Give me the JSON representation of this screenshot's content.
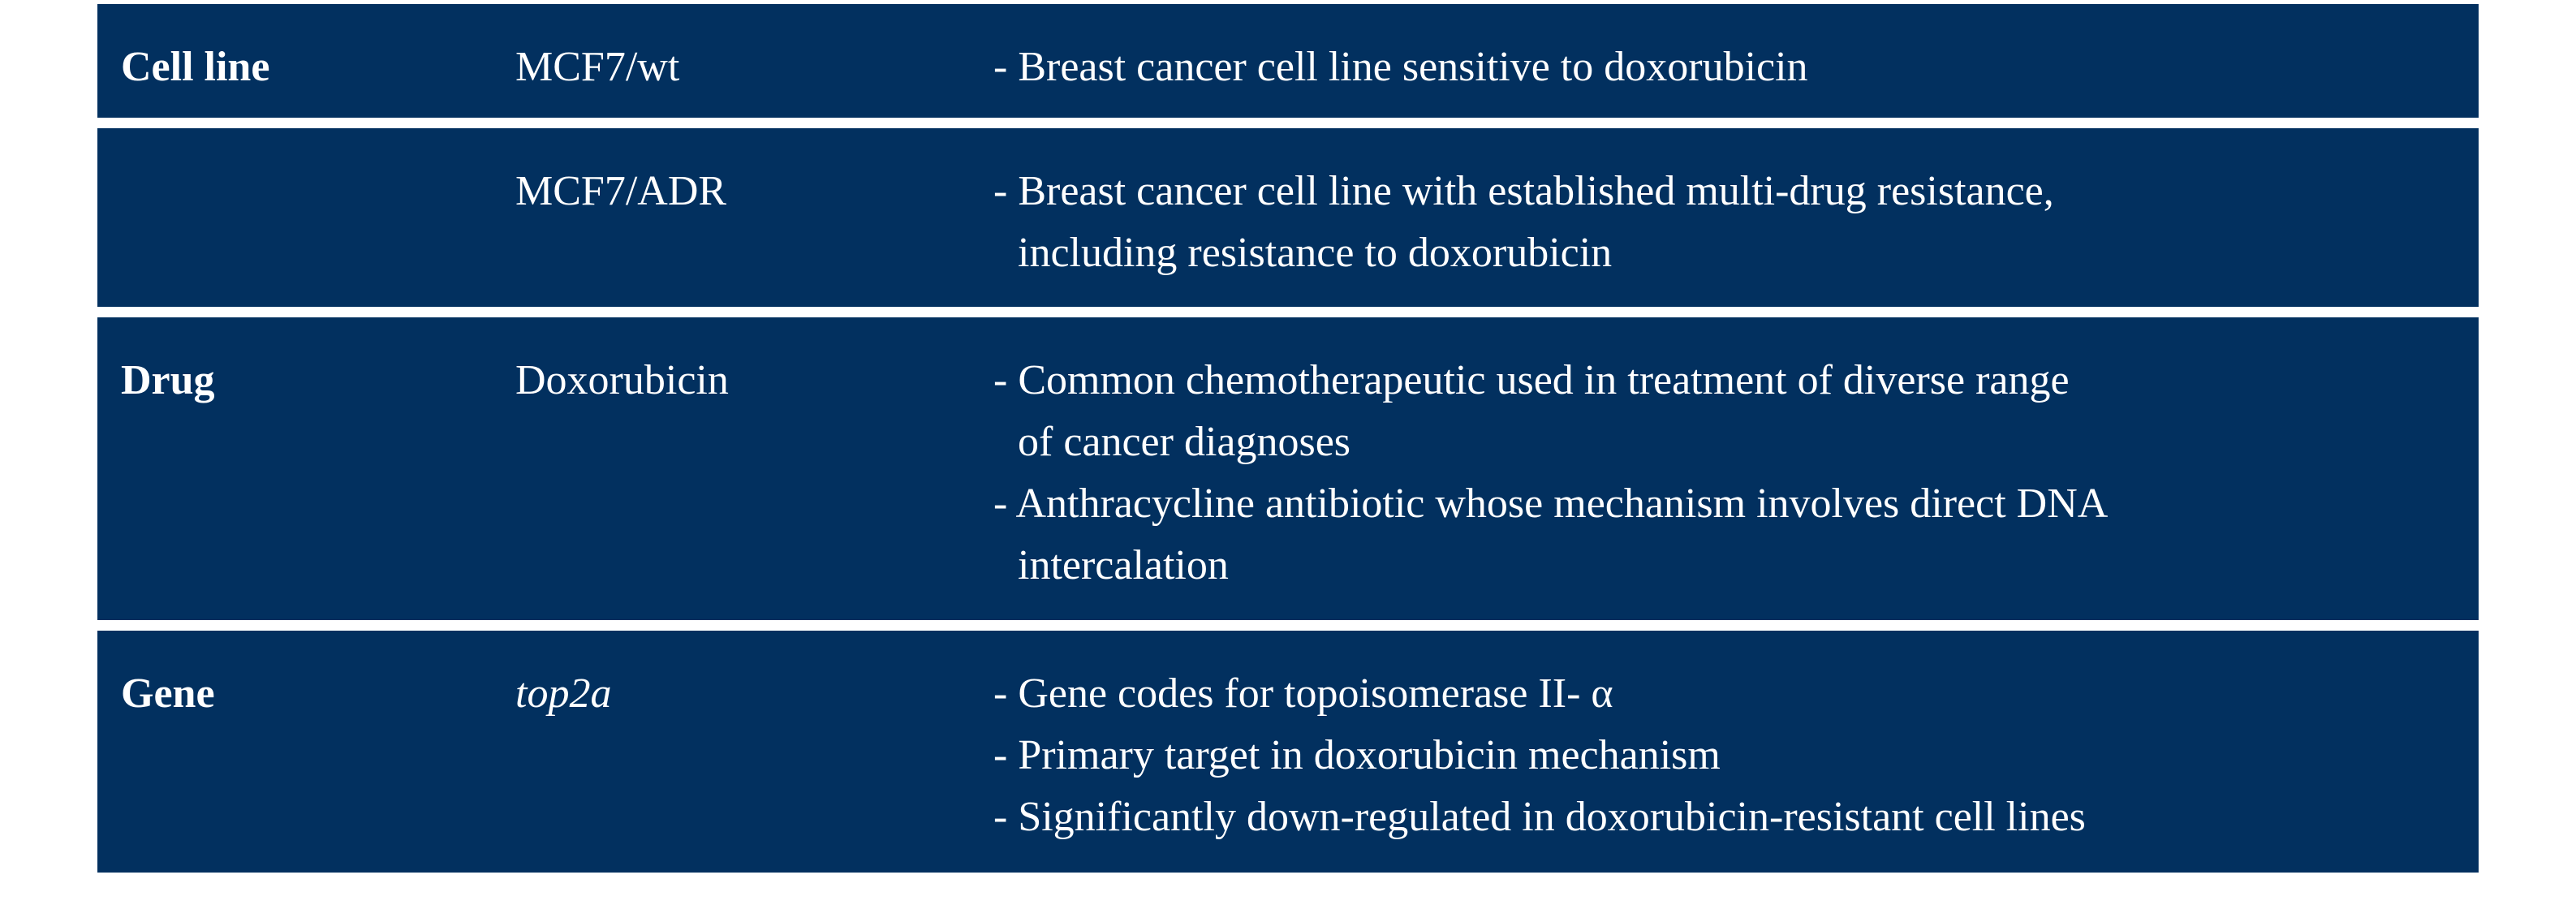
{
  "rows": [
    {
      "category": "Cell line",
      "item": "MCF7/wt",
      "desc": [
        [
          "- Breast cancer cell line sensitive to doxorubicin"
        ]
      ]
    },
    {
      "category": "",
      "item": "MCF7/ADR",
      "desc": [
        [
          "- Breast cancer cell line with established multi-drug resistance,",
          "including resistance to doxorubicin"
        ]
      ]
    },
    {
      "category": "Drug",
      "item": "Doxorubicin",
      "desc": [
        [
          "- Common chemotherapeutic used in treatment of diverse range",
          "of cancer diagnoses"
        ],
        [
          "- Anthracycline antibiotic whose mechanism involves direct DNA",
          "intercalation"
        ]
      ]
    },
    {
      "category": "Gene",
      "item": "top2a",
      "desc": [
        [
          "- Gene codes for topoisomerase II- α"
        ],
        [
          "- Primary target in doxorubicin mechanism"
        ],
        [
          "- Significantly down-regulated in doxorubicin-resistant cell lines"
        ]
      ]
    }
  ],
  "colors": {
    "row_background": "#02305f",
    "text": "#ffffff",
    "page_background": "#ffffff"
  }
}
